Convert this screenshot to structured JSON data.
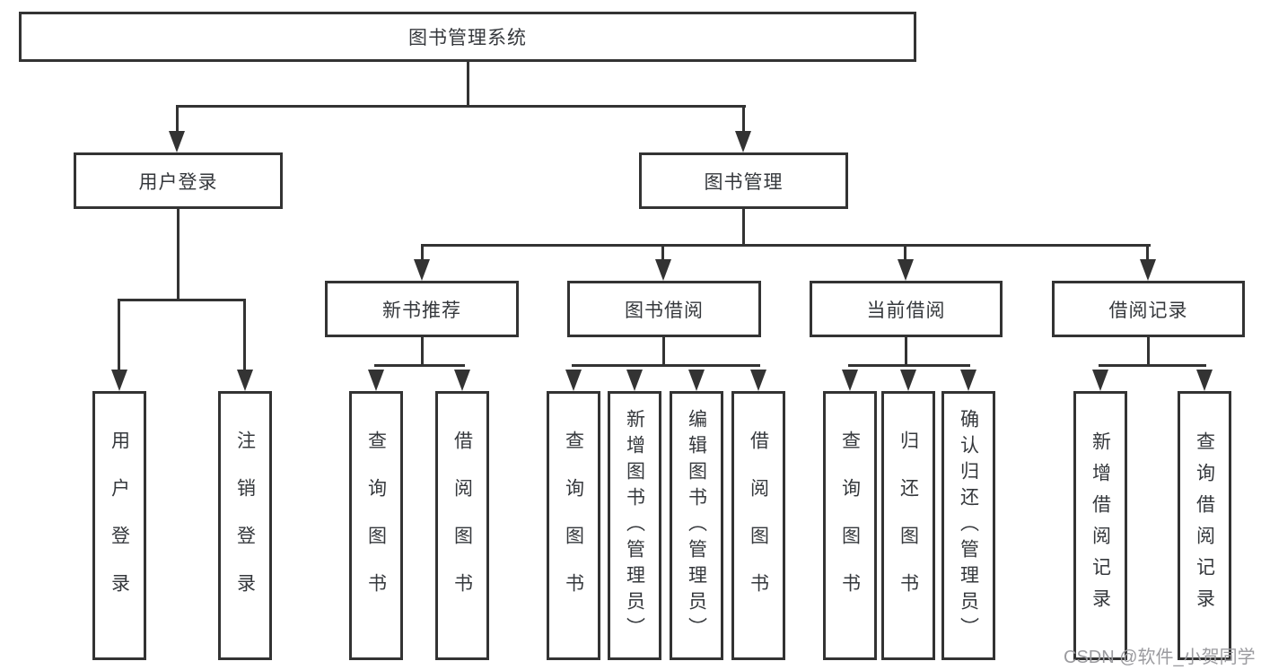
{
  "diagram": {
    "type": "feature-tree",
    "nodes": {
      "root": "图书管理系统",
      "user_login": "用户登录",
      "book_management": "图书管理",
      "new_book_recommend": "新书推荐",
      "book_borrowing": "图书借阅",
      "current_borrowing": "当前借阅",
      "borrowing_records": "借阅记录",
      "leaf_user_login": "用户登录",
      "leaf_logout": "注销登录",
      "leaf_rec_query_books": "查询图书",
      "leaf_rec_borrow_books": "借阅图书",
      "leaf_bb_query_books": "查询图书",
      "leaf_bb_add_books": "新增图书（管理员）",
      "leaf_bb_edit_books": "编辑图书（管理员）",
      "leaf_bb_borrow_books": "借阅图书",
      "leaf_cb_query_books": "查询图书",
      "leaf_cb_return_books": "归还图书",
      "leaf_cb_confirm_return": "确认归还（管理员）",
      "leaf_br_add_record": "新增借阅记录",
      "leaf_br_query_record": "查询借阅记录"
    },
    "hierarchy": {
      "图书管理系统": {
        "用户登录": [
          "用户登录",
          "注销登录"
        ],
        "图书管理": {
          "新书推荐": [
            "查询图书",
            "借阅图书"
          ],
          "图书借阅": [
            "查询图书",
            "新增图书（管理员）",
            "编辑图书（管理员）",
            "借阅图书"
          ],
          "当前借阅": [
            "查询图书",
            "归还图书",
            "确认归还（管理员）"
          ],
          "借阅记录": [
            "新增借阅记录",
            "查询借阅记录"
          ]
        }
      }
    },
    "colors": {
      "stroke": "#333333",
      "text": "#35383c",
      "background": "#ffffff",
      "watermark": "#9b9b9f"
    }
  },
  "watermark": "CSDN @软件_小贺同学"
}
